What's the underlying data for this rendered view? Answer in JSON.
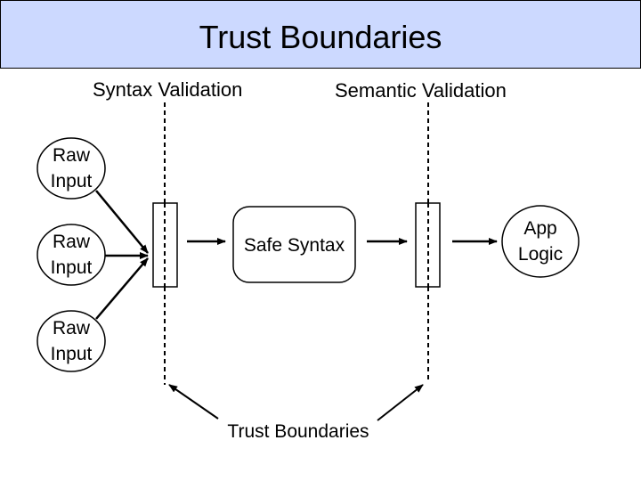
{
  "title": "Trust Boundaries",
  "labels": {
    "syntax_validation": "Syntax Validation",
    "semantic_validation": "Semantic Validation",
    "safe_syntax": "Safe Syntax",
    "trust_boundaries_bottom": "Trust Boundaries"
  },
  "raw_inputs": [
    {
      "line1": "Raw",
      "line2": "Input"
    },
    {
      "line1": "Raw",
      "line2": "Input"
    },
    {
      "line1": "Raw",
      "line2": "Input"
    }
  ],
  "app_logic": {
    "line1": "App",
    "line2": "Logic"
  },
  "colors": {
    "title_bar": "#ccd9ff",
    "stroke": "#000000"
  }
}
